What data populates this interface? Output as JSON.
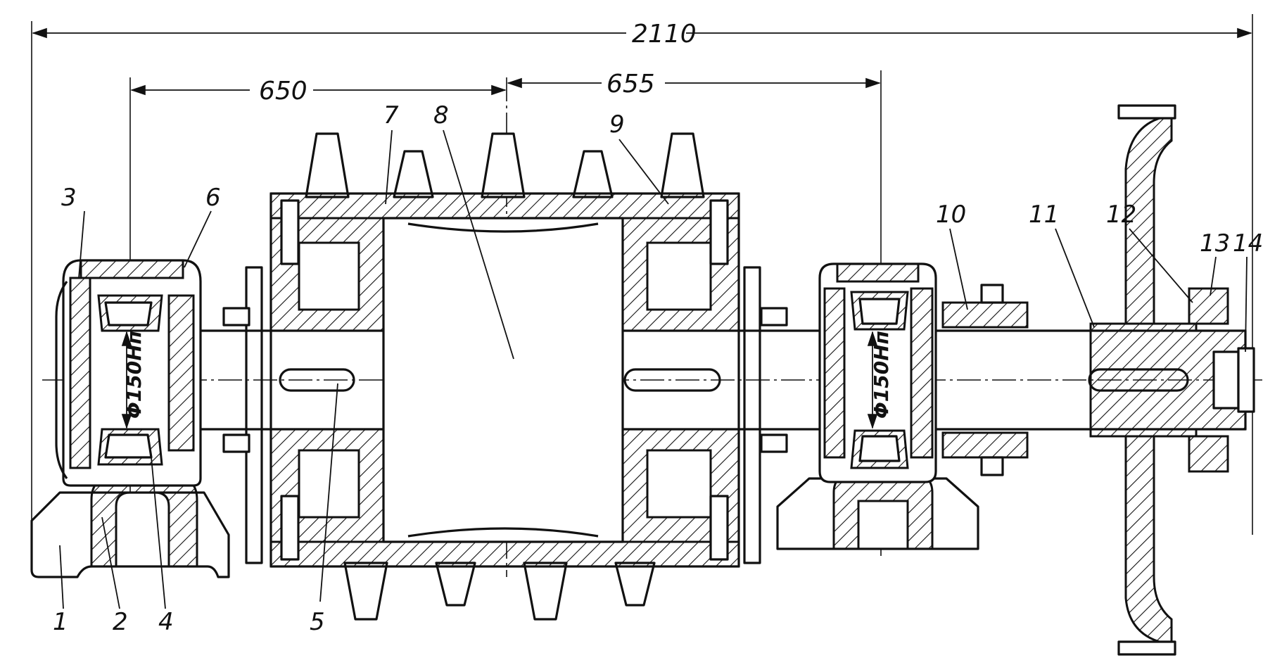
{
  "dimensions": {
    "overall": "2110",
    "left_span": "650",
    "right_span": "655",
    "left_bearing_diameter": "Φ150Нп",
    "right_bearing_diameter": "Φ150Нп"
  },
  "part_labels": [
    "1",
    "2",
    "3",
    "4",
    "5",
    "6",
    "7",
    "8",
    "9",
    "10",
    "11",
    "12",
    "13",
    "14"
  ]
}
